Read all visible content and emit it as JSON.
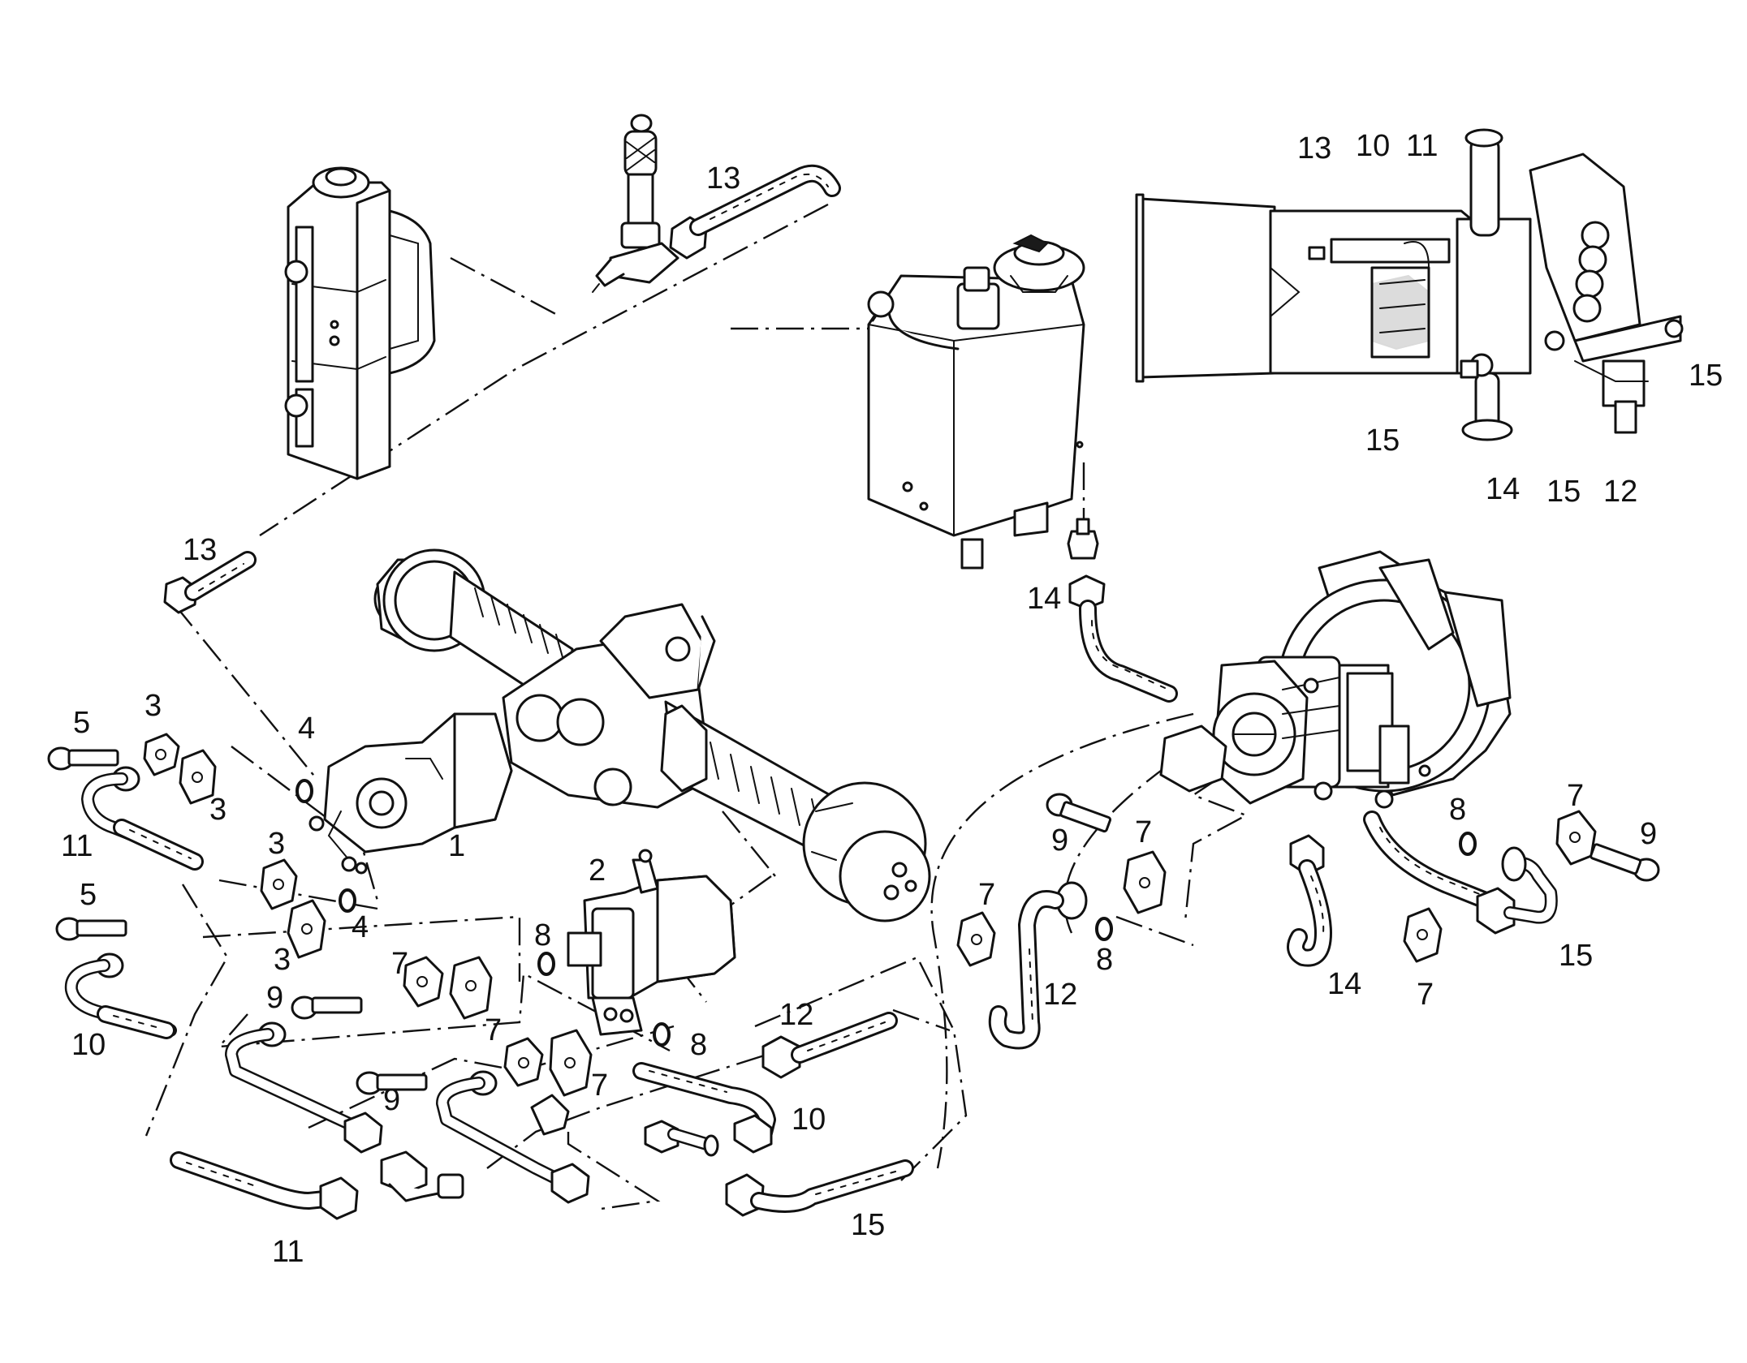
{
  "callouts": [
    {
      "id": "c-13-a",
      "text": "13"
    },
    {
      "id": "c-13-b",
      "text": "13"
    },
    {
      "id": "c-13-c",
      "text": "13"
    },
    {
      "id": "c-10-a",
      "text": "10"
    },
    {
      "id": "c-11-a",
      "text": "11"
    },
    {
      "id": "c-15-a",
      "text": "15"
    },
    {
      "id": "c-15-b",
      "text": "15"
    },
    {
      "id": "c-14-a",
      "text": "14"
    },
    {
      "id": "c-15-c",
      "text": "15"
    },
    {
      "id": "c-12-a",
      "text": "12"
    },
    {
      "id": "c-14-b",
      "text": "14"
    },
    {
      "id": "c-5-a",
      "text": "5"
    },
    {
      "id": "c-3-a",
      "text": "3"
    },
    {
      "id": "c-4-a",
      "text": "4"
    },
    {
      "id": "c-3-b",
      "text": "3"
    },
    {
      "id": "c-11-b",
      "text": "11"
    },
    {
      "id": "c-1",
      "text": "1"
    },
    {
      "id": "c-3-c",
      "text": "3"
    },
    {
      "id": "c-5-b",
      "text": "5"
    },
    {
      "id": "c-4-b",
      "text": "4"
    },
    {
      "id": "c-3-d",
      "text": "3"
    },
    {
      "id": "c-2",
      "text": "2"
    },
    {
      "id": "c-8-a",
      "text": "8"
    },
    {
      "id": "c-7-a",
      "text": "7"
    },
    {
      "id": "c-9-a",
      "text": "9"
    },
    {
      "id": "c-10-b",
      "text": "10"
    },
    {
      "id": "c-7-b",
      "text": "7"
    },
    {
      "id": "c-9-b",
      "text": "9"
    },
    {
      "id": "c-7-c",
      "text": "7"
    },
    {
      "id": "c-8-b",
      "text": "8"
    },
    {
      "id": "c-12-b",
      "text": "12"
    },
    {
      "id": "c-10-c",
      "text": "10"
    },
    {
      "id": "c-11-c",
      "text": "11"
    },
    {
      "id": "c-15-d",
      "text": "15"
    },
    {
      "id": "c-7-d",
      "text": "7"
    },
    {
      "id": "c-12-c",
      "text": "12"
    },
    {
      "id": "c-9-c",
      "text": "9"
    },
    {
      "id": "c-7-e",
      "text": "7"
    },
    {
      "id": "c-8-c",
      "text": "8"
    },
    {
      "id": "c-14-c",
      "text": "14"
    },
    {
      "id": "c-8-d",
      "text": "8"
    },
    {
      "id": "c-7-f",
      "text": "7"
    },
    {
      "id": "c-9-d",
      "text": "9"
    },
    {
      "id": "c-15-e",
      "text": "15"
    },
    {
      "id": "c-7-g",
      "text": "7"
    }
  ]
}
